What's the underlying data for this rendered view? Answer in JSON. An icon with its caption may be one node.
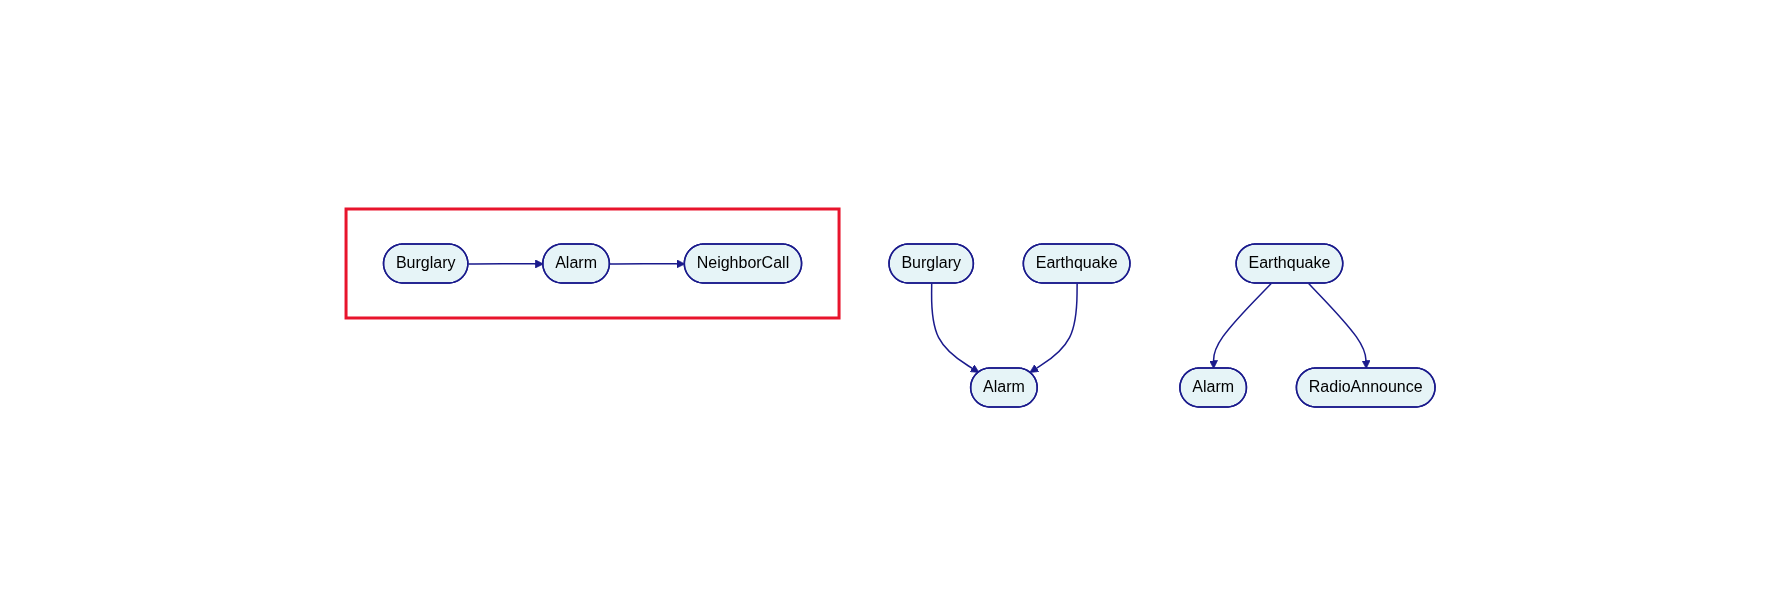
{
  "diagram": {
    "nodes": [
      {
        "text": [],
        "shape": "box"
      },
      {
        "text": [
          "Burglary"
        ],
        "in": 0
      },
      {
        "text": [
          "Alarm"
        ],
        "in": 0
      },
      {
        "text": [
          "NeighborCall"
        ],
        "in": 0
      },
      {
        "text": [
          "Burglary"
        ]
      },
      {
        "text": [
          "Earthquake"
        ]
      },
      {
        "text": [
          "Alarm"
        ]
      },
      {
        "text": [
          "Earthquake"
        ]
      },
      {
        "text": [
          "Alarm"
        ]
      },
      {
        "text": [
          "RadioAnnounce"
        ]
      }
    ],
    "edges": [
      {
        "from": 1,
        "to": 2,
        "arrow": "to"
      },
      {
        "from": 2,
        "to": 3,
        "arrow": "to"
      },
      {
        "from": 4,
        "to": 6,
        "arrow": "to"
      },
      {
        "from": 5,
        "to": 6,
        "arrow": "to"
      },
      {
        "from": 7,
        "to": 8,
        "arrow": "to"
      },
      {
        "from": 7,
        "to": 9,
        "arrow": "to"
      }
    ]
  }
}
